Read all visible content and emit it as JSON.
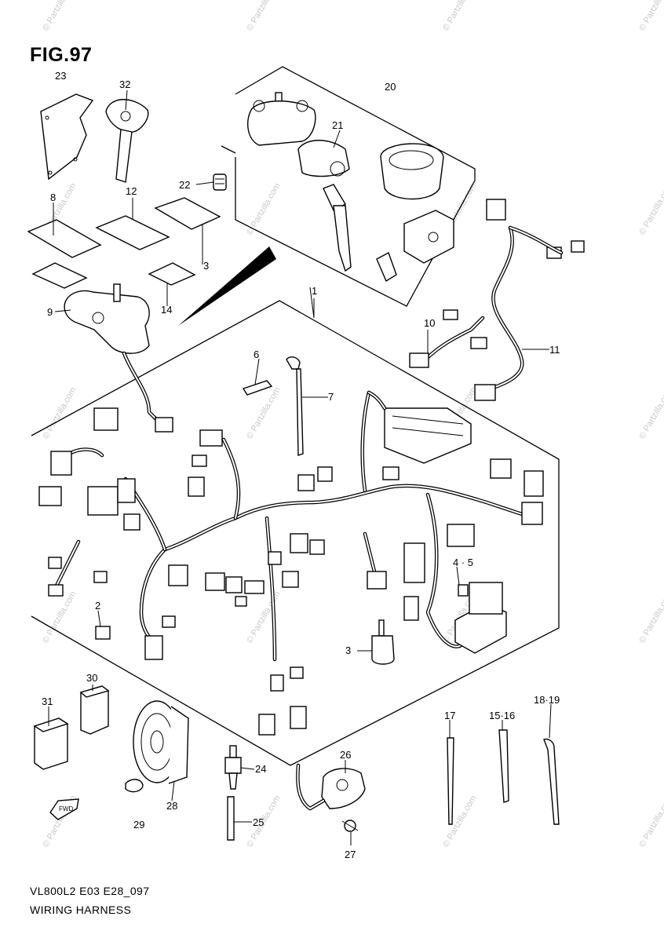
{
  "figure": {
    "title": "FIG.97",
    "code": "VL800L2 E03 E28_097",
    "caption": "WIRING HARNESS"
  },
  "watermark": "© Partzilla.com",
  "callouts": [
    {
      "id": "c1",
      "text": "1"
    },
    {
      "id": "c2",
      "text": "2"
    },
    {
      "id": "c3",
      "text": "3"
    },
    {
      "id": "c3b",
      "text": "3"
    },
    {
      "id": "c45",
      "text": "4 · 5"
    },
    {
      "id": "c6",
      "text": "6"
    },
    {
      "id": "c7",
      "text": "7"
    },
    {
      "id": "c8",
      "text": "8"
    },
    {
      "id": "c9",
      "text": "9"
    },
    {
      "id": "c10",
      "text": "10"
    },
    {
      "id": "c11",
      "text": "11"
    },
    {
      "id": "c12",
      "text": "12"
    },
    {
      "id": "c14",
      "text": "14"
    },
    {
      "id": "c1516",
      "text": "15·16"
    },
    {
      "id": "c17",
      "text": "17"
    },
    {
      "id": "c1819",
      "text": "18·19"
    },
    {
      "id": "c20",
      "text": "20"
    },
    {
      "id": "c21",
      "text": "21"
    },
    {
      "id": "c22",
      "text": "22"
    },
    {
      "id": "c23",
      "text": "23"
    },
    {
      "id": "c24",
      "text": "24"
    },
    {
      "id": "c25",
      "text": "25"
    },
    {
      "id": "c26",
      "text": "26"
    },
    {
      "id": "c27",
      "text": "27"
    },
    {
      "id": "c28",
      "text": "28"
    },
    {
      "id": "c29",
      "text": "29"
    },
    {
      "id": "c30",
      "text": "30"
    },
    {
      "id": "c31",
      "text": "31"
    },
    {
      "id": "c32",
      "text": "32"
    }
  ],
  "fwd_marker": "FWD"
}
